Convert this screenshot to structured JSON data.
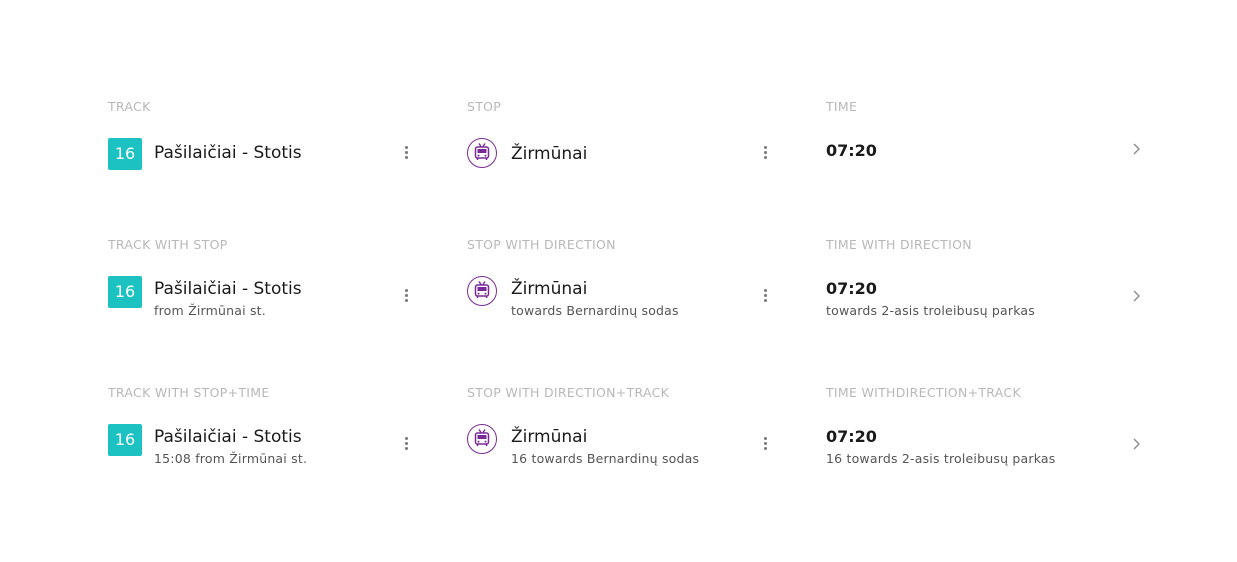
{
  "track": {
    "label": "TRACK",
    "number": "16",
    "title": "Pašilaičiai - Stotis"
  },
  "track_with_stop": {
    "label": "TRACK WITH STOP",
    "number": "16",
    "title": "Pašilaičiai - Stotis",
    "subtitle": "from Žirmūnai st."
  },
  "track_with_stop_time": {
    "label": "TRACK WITH STOP+TIME",
    "number": "16",
    "title": "Pašilaičiai - Stotis",
    "subtitle": "15:08 from Žirmūnai st."
  },
  "stop": {
    "label": "STOP",
    "icon": "trolleybus-icon",
    "title": "Žirmūnai"
  },
  "stop_with_direction": {
    "label": "STOP WITH DIRECTION",
    "icon": "trolleybus-icon",
    "title": "Žirmūnai",
    "subtitle": "towards Bernardinų sodas"
  },
  "stop_with_direction_track": {
    "label": "STOP WITH DIRECTION+TRACK",
    "icon": "trolleybus-icon",
    "title": "Žirmūnai",
    "subtitle": "16 towards Bernardinų sodas"
  },
  "time": {
    "label": "TIME",
    "value": "07:20"
  },
  "time_with_direction": {
    "label": "TIME WITH DIRECTION",
    "value": "07:20",
    "subtitle": "towards 2-asis troleibusų parkas"
  },
  "time_with_direction_track": {
    "label": "TIME WITHDIRECTION+TRACK",
    "value": "07:20",
    "subtitle": "16 towards 2-asis troleibusų parkas"
  },
  "colors": {
    "badge": "#1cc2c2",
    "stop_icon": "#7a2a97",
    "section_label": "#b8b8b8"
  }
}
